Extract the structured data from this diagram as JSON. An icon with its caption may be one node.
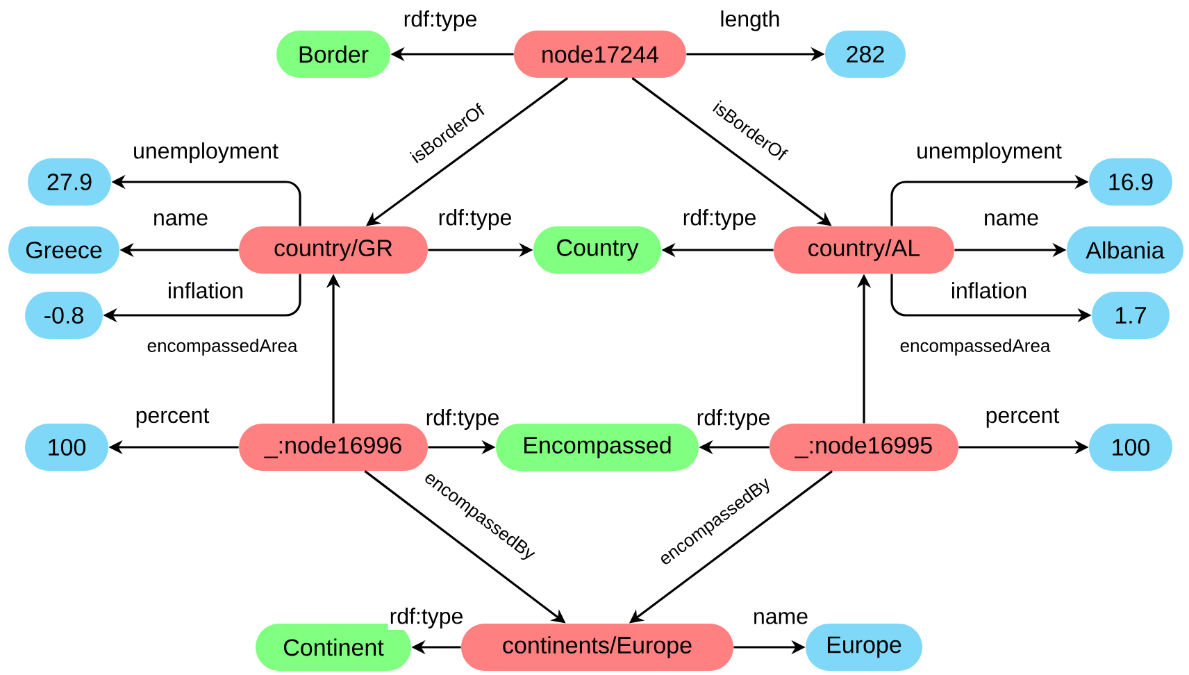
{
  "diagram": {
    "nodes": [
      {
        "text": [
          "node17244"
        ]
      },
      {
        "text": [
          "Border"
        ]
      },
      {
        "text": [
          "282"
        ]
      },
      {
        "text": [
          "27.9"
        ]
      },
      {
        "text": [
          "Greece"
        ]
      },
      {
        "text": [
          "-0.8"
        ]
      },
      {
        "text": [
          "country/GR"
        ]
      },
      {
        "text": [
          "Country"
        ]
      },
      {
        "text": [
          "country/AL"
        ]
      },
      {
        "text": [
          "16.9"
        ]
      },
      {
        "text": [
          "Albania"
        ]
      },
      {
        "text": [
          "1.7"
        ]
      },
      {
        "text": [
          "100"
        ]
      },
      {
        "text": [
          "_:node16996"
        ]
      },
      {
        "text": [
          "Encompassed"
        ]
      },
      {
        "text": [
          "_:node16995"
        ]
      },
      {
        "text": [
          "100"
        ]
      },
      {
        "text": [
          "Continent"
        ]
      },
      {
        "text": [
          "continents/Europe"
        ]
      },
      {
        "text": [
          "Europe"
        ]
      }
    ],
    "edges": [
      {
        "from": 0,
        "to": 1,
        "arrow": "to",
        "label": "rdf:type"
      },
      {
        "from": 0,
        "to": 2,
        "arrow": "to",
        "label": "length"
      },
      {
        "from": 0,
        "to": 6,
        "arrow": "to",
        "label": "isBorderOf"
      },
      {
        "from": 0,
        "to": 8,
        "arrow": "to",
        "label": "isBorderOf"
      },
      {
        "from": 6,
        "to": 3,
        "arrow": "to",
        "label": "unemployment"
      },
      {
        "from": 6,
        "to": 4,
        "arrow": "to",
        "label": "name"
      },
      {
        "from": 6,
        "to": 5,
        "arrow": "to",
        "label": "inflation"
      },
      {
        "from": 6,
        "to": 7,
        "arrow": "to",
        "label": "rdf:type"
      },
      {
        "from": 8,
        "to": 7,
        "arrow": "to",
        "label": "rdf:type"
      },
      {
        "from": 8,
        "to": 9,
        "arrow": "to",
        "label": "unemployment"
      },
      {
        "from": 8,
        "to": 10,
        "arrow": "to",
        "label": "name"
      },
      {
        "from": 8,
        "to": 11,
        "arrow": "to",
        "label": "inflation"
      },
      {
        "from": 13,
        "to": 6,
        "arrow": "to",
        "label": "encompassedArea"
      },
      {
        "from": 15,
        "to": 8,
        "arrow": "to",
        "label": "encompassedArea"
      },
      {
        "from": 13,
        "to": 12,
        "arrow": "to",
        "label": "percent"
      },
      {
        "from": 13,
        "to": 14,
        "arrow": "to",
        "label": "rdf:type"
      },
      {
        "from": 15,
        "to": 14,
        "arrow": "to",
        "label": "rdf:type"
      },
      {
        "from": 15,
        "to": 16,
        "arrow": "to",
        "label": "percent"
      },
      {
        "from": 13,
        "to": 18,
        "arrow": "to",
        "label": "encompassedBy"
      },
      {
        "from": 15,
        "to": 18,
        "arrow": "to",
        "label": "encompassedBy"
      },
      {
        "from": 18,
        "to": 17,
        "arrow": "to",
        "label": "rdf:type"
      },
      {
        "from": 18,
        "to": 19,
        "arrow": "to",
        "label": "name"
      }
    ]
  }
}
